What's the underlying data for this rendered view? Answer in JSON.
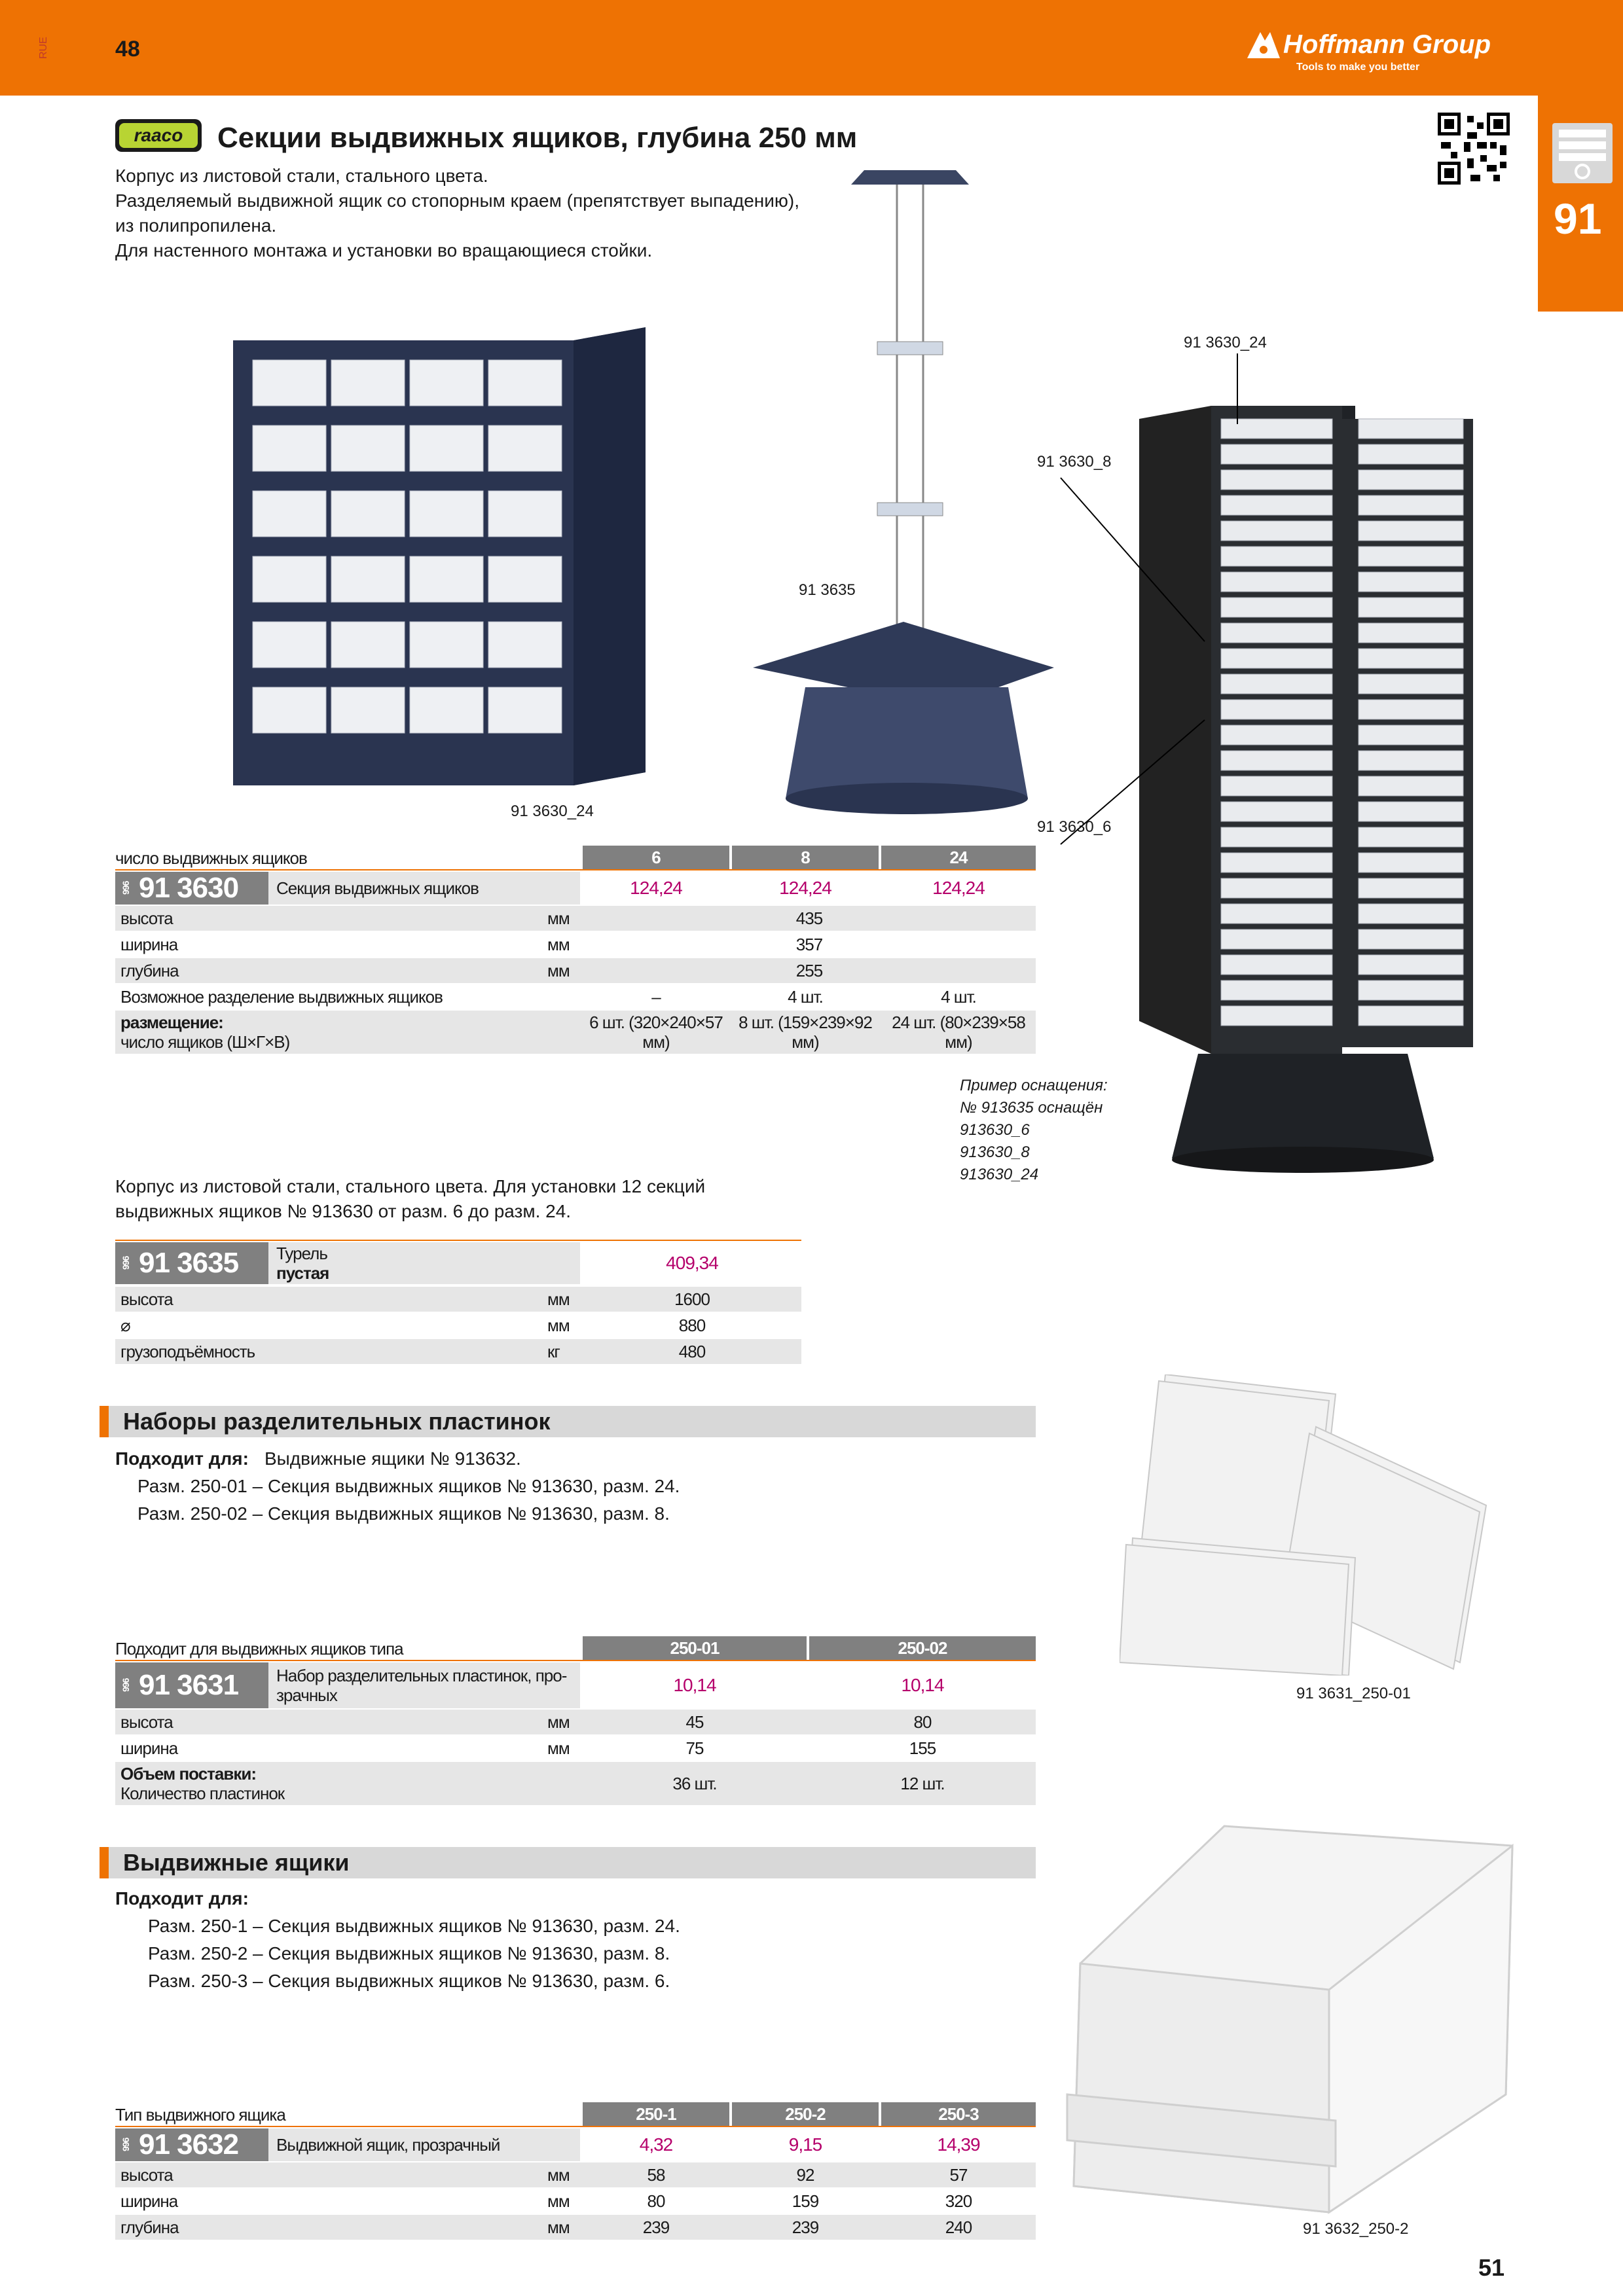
{
  "header": {
    "page_left": "48",
    "side_code": "RUE",
    "brand_name": "Hoffmann Group",
    "brand_tagline": "Tools to make you better",
    "tab_number": "91",
    "page_right": "51"
  },
  "section1": {
    "brand_badge": "raaco",
    "title": "Секции выдвижных ящиков, глубина 250 мм",
    "desc": [
      "Корпус из листовой стали, стального цвета.",
      "Разделяемый выдвижной ящик со стопорным краем (препятствует выпадению),",
      "из полипропилена.",
      "Для настенного монтажа и установки во вращающиеся стойки."
    ],
    "captions": {
      "cabinet": "91 3630_24",
      "stand": "91 3635",
      "tower_24": "91 3630_24",
      "tower_8": "91 3630_8",
      "tower_6": "91 3630_6"
    },
    "example_note": [
      "Пример оснащения:",
      "№ 913635 оснащён",
      "913630_6",
      "913630_8",
      "913630_24"
    ],
    "table": {
      "col_header_label": "число выдвижных ящиков",
      "columns": [
        "6",
        "8",
        "24"
      ],
      "code_prefix": "996",
      "code": "91 3630",
      "product_name": "Секция выдвижных ящиков",
      "prices": [
        "124,24",
        "124,24",
        "124,24"
      ],
      "rows": [
        {
          "label": "высота",
          "unit": "мм",
          "value": "435"
        },
        {
          "label": "ширина",
          "unit": "мм",
          "value": "357"
        },
        {
          "label": "глубина",
          "unit": "мм",
          "value": "255"
        }
      ],
      "partition_label": "Возможное разделение выдвижных ящиков",
      "partition_values": [
        "–",
        "4 шт.",
        "4 шт."
      ],
      "placement_label_bold": "размещение:",
      "placement_label": "число ящиков (Ш×Г×В)",
      "placement_values": [
        [
          "6 шт. (320×240×57",
          "мм)"
        ],
        [
          "8 шт. (159×239×92",
          "мм)"
        ],
        [
          "24 шт. (80×239×58",
          "мм)"
        ]
      ]
    }
  },
  "section2": {
    "desc": [
      "Корпус из листовой стали, стального цвета. Для установки 12 секций",
      "выдвижных ящиков № 913630 от разм. 6 до разм. 24."
    ],
    "table": {
      "code_prefix": "996",
      "code": "91 3635",
      "name1": "Турель",
      "name2": "пустая",
      "price": "409,34",
      "rows": [
        {
          "label": "высота",
          "unit": "мм",
          "value": "1600"
        },
        {
          "label": "⌀",
          "unit": "мм",
          "value": "880"
        },
        {
          "label": "грузоподъёмность",
          "unit": "кг",
          "value": "480"
        }
      ]
    }
  },
  "section3": {
    "title": "Наборы разделительных пластинок",
    "fits_label": "Подходит для:",
    "fits_value": "Выдвижные ящики № 913632.",
    "lines": [
      "Разм. 250-01 – Секция выдвижных ящиков № 913630, разм. 24.",
      "Разм. 250-02 – Секция выдвижных ящиков № 913630, разм. 8."
    ],
    "caption": "91 3631_250-01",
    "table": {
      "col_header_label": "Подходит для выдвижных ящиков типа",
      "columns": [
        "250-01",
        "250-02"
      ],
      "code_prefix": "996",
      "code": "91 3631",
      "name1": "Набор разделительных пластинок, про-",
      "name2": "зрачных",
      "prices": [
        "10,14",
        "10,14"
      ],
      "rows": [
        {
          "label": "высота",
          "unit": "мм",
          "values": [
            "45",
            "80"
          ]
        },
        {
          "label": "ширина",
          "unit": "мм",
          "values": [
            "75",
            "155"
          ]
        }
      ],
      "supply_bold": "Объем поставки:",
      "supply_label": "Количество пластинок",
      "supply_values": [
        "36 шт.",
        "12 шт."
      ]
    }
  },
  "section4": {
    "title": "Выдвижные ящики",
    "fits_label": "Подходит для:",
    "lines": [
      "Разм. 250-1 – Секция выдвижных ящиков № 913630, разм. 24.",
      "Разм. 250-2 – Секция выдвижных ящиков № 913630, разм. 8.",
      "Разм. 250-3 – Секция выдвижных ящиков № 913630, разм. 6."
    ],
    "caption": "91 3632_250-2",
    "table": {
      "col_header_label": "Тип выдвижного ящика",
      "columns": [
        "250-1",
        "250-2",
        "250-3"
      ],
      "code_prefix": "996",
      "code": "91 3632",
      "product_name": "Выдвижной ящик, прозрачный",
      "prices": [
        "4,32",
        "9,15",
        "14,39"
      ],
      "rows": [
        {
          "label": "высота",
          "unit": "мм",
          "values": [
            "58",
            "92",
            "57"
          ]
        },
        {
          "label": "ширина",
          "unit": "мм",
          "values": [
            "80",
            "159",
            "320"
          ]
        },
        {
          "label": "глубина",
          "unit": "мм",
          "values": [
            "239",
            "239",
            "240"
          ]
        }
      ]
    }
  },
  "colors": {
    "accent": "#ee7203",
    "price": "#b5006b",
    "header_gray": "#808080",
    "row_shade": "#e6e6e6"
  }
}
